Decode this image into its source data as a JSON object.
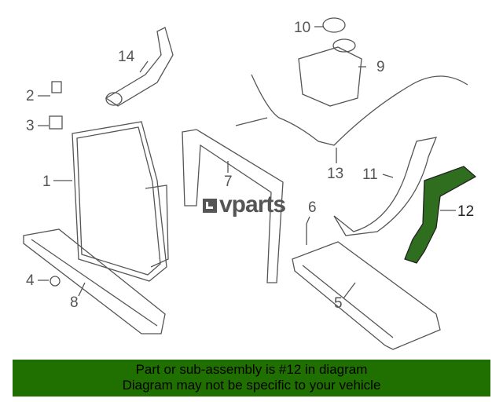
{
  "brand": {
    "logo_text": "vparts"
  },
  "callouts": [
    "1",
    "2",
    "3",
    "4",
    "5",
    "6",
    "7",
    "8",
    "9",
    "10",
    "11",
    "12",
    "13",
    "14"
  ],
  "highlight": {
    "part": "12",
    "color": "#2f6e1f"
  },
  "banner": {
    "line1": "Part or sub-assembly is #12 in diagram",
    "line2": "Diagram may not be specific to your vehicle",
    "color": "#1f7000"
  }
}
